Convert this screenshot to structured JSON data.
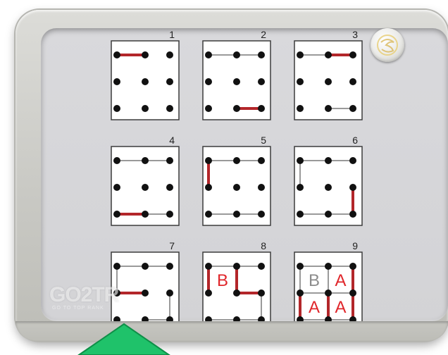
{
  "puzzle": {
    "panels": [
      {
        "number": "1",
        "letters": []
      },
      {
        "number": "2",
        "letters": []
      },
      {
        "number": "3",
        "letters": []
      },
      {
        "number": "4",
        "letters": []
      },
      {
        "number": "5",
        "letters": []
      },
      {
        "number": "6",
        "letters": []
      },
      {
        "number": "7",
        "letters": []
      },
      {
        "number": "8",
        "letters": [
          "B"
        ]
      },
      {
        "number": "9",
        "letters": [
          "B",
          "A",
          "A",
          "A"
        ]
      }
    ]
  },
  "watermark": {
    "logo": "GO2TR",
    "tagline": "GO TO TOP RANK"
  },
  "colors": {
    "frame": "#d2d2cd",
    "screen": "#d7d7da",
    "red_line": "#b3262a",
    "grey_line": "#9a9a9a",
    "dot": "#111111",
    "letter_red": "#e0262b",
    "letter_grey": "#8c8c8c",
    "arrow_green": "#1fc26a"
  },
  "icons": {
    "home_button": "seal-logo-icon",
    "pointer": "green-arrow-icon"
  }
}
